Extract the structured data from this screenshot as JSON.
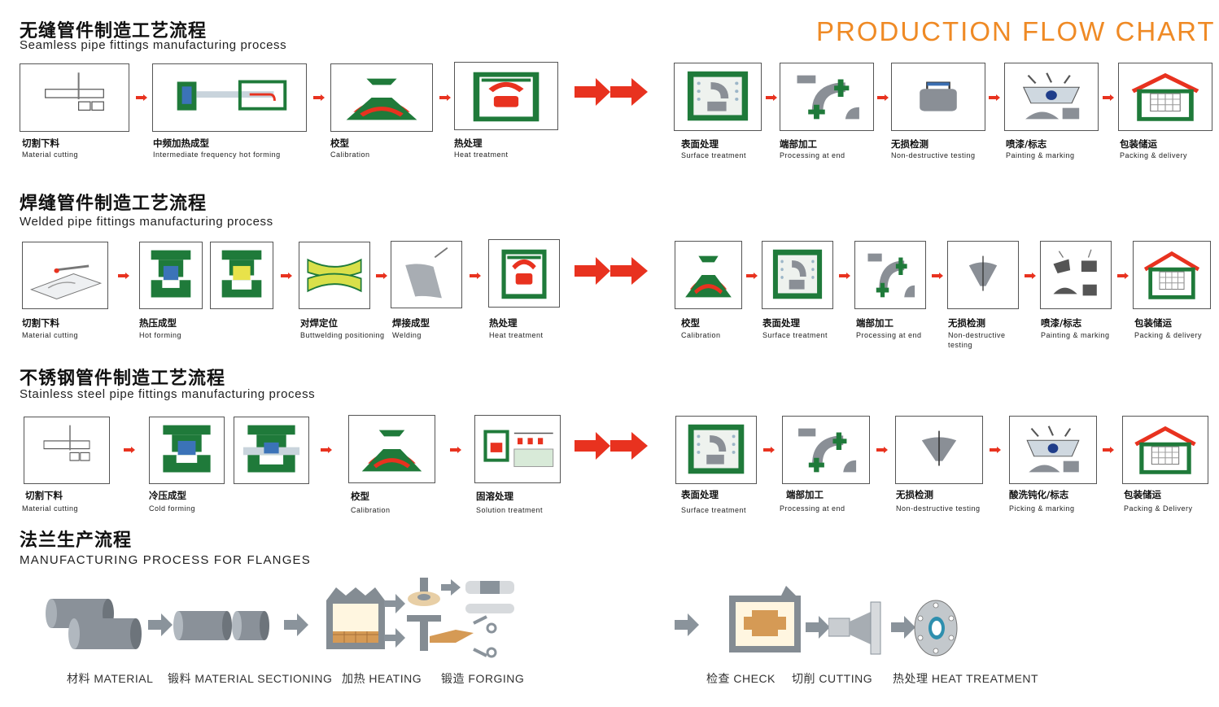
{
  "title": "PRODUCTION FLOW CHART",
  "sections": [
    {
      "cn": "无缝管件制造工艺流程",
      "en": "Seamless pipe fittings manufacturing process",
      "steps": [
        {
          "cn": "切割下料",
          "en": "Material cutting",
          "icon": "cutting-icon"
        },
        {
          "cn": "中频加热成型",
          "en": "Intermediate frequency hot forming",
          "icon": "hot-forming-icon"
        },
        {
          "cn": "校型",
          "en": "Calibration",
          "icon": "calibration-icon"
        },
        {
          "cn": "热处理",
          "en": "Heat treatment",
          "icon": "furnace-icon"
        },
        {
          "cn": "表面处理",
          "en": "Surface treatment",
          "icon": "surface-icon"
        },
        {
          "cn": "端部加工",
          "en": "Processing at end",
          "icon": "end-processing-icon"
        },
        {
          "cn": "无损检测",
          "en": "Non-destructive testing",
          "icon": "ndt-icon"
        },
        {
          "cn": "喷漆/标志",
          "en": "Painting & marking",
          "icon": "painting-icon"
        },
        {
          "cn": "包装储运",
          "en": "Packing & delivery",
          "icon": "warehouse-icon"
        }
      ]
    },
    {
      "cn": "焊缝管件制造工艺流程",
      "en": "Welded pipe fittings manufacturing process",
      "steps": [
        {
          "cn": "切割下料",
          "en": "Material cutting",
          "icon": "plate-cutting-icon"
        },
        {
          "cn": "热压成型",
          "en": "Hot forming",
          "icon": "press-icon"
        },
        {
          "cn": "对焊定位",
          "en": "Buttwelding positioning",
          "icon": "buttweld-icon"
        },
        {
          "cn": "焊接成型",
          "en": "Welding",
          "icon": "welding-icon"
        },
        {
          "cn": "热处理",
          "en": "Heat treatment",
          "icon": "furnace-icon"
        },
        {
          "cn": "校型",
          "en": "Calibration",
          "icon": "calibration-icon"
        },
        {
          "cn": "表面处理",
          "en": "Surface treatment",
          "icon": "surface-icon"
        },
        {
          "cn": "端部加工",
          "en": "Processing at end",
          "icon": "end-processing-icon"
        },
        {
          "cn": "无损检测",
          "en": "Non-destructive testing",
          "icon": "ndt-icon"
        },
        {
          "cn": "喷漆/标志",
          "en": "Painting & marking",
          "icon": "painting-icon"
        },
        {
          "cn": "包装储运",
          "en": "Packing & delivery",
          "icon": "warehouse-icon"
        }
      ]
    },
    {
      "cn": "不锈钢管件制造工艺流程",
      "en": "Stainless steel pipe fittings manufacturing process",
      "steps": [
        {
          "cn": "切割下料",
          "en": "Material cutting",
          "icon": "cutting-icon"
        },
        {
          "cn": "冷压成型",
          "en": "Cold forming",
          "icon": "press-icon"
        },
        {
          "cn": "校型",
          "en": "Calibration",
          "icon": "calibration-icon"
        },
        {
          "cn": "固溶处理",
          "en": "Solution treatment",
          "icon": "solution-icon"
        },
        {
          "cn": "表面处理",
          "en": "Surface treatment",
          "icon": "surface-icon"
        },
        {
          "cn": "端部加工",
          "en": "Processing at end",
          "icon": "end-processing-icon"
        },
        {
          "cn": "无损检测",
          "en": "Non-destructive testing",
          "icon": "ndt-icon"
        },
        {
          "cn": "酸洗钝化/标志",
          "en": "Picking & marking",
          "icon": "painting-icon"
        },
        {
          "cn": "包装储运",
          "en": "Packing & Delivery",
          "icon": "warehouse-icon"
        }
      ]
    }
  ],
  "flange": {
    "cn": "法兰生产流程",
    "en": "MANUFACTURING  PROCESS FOR  FLANGES",
    "labels": [
      "材料  MATERIAL",
      "锻料  MATERIAL SECTIONING",
      "加热  HEATING",
      "锻造  FORGING",
      "检查  CHECK",
      "切削  CUTTING",
      "热处理  HEAT TREATMENT"
    ]
  },
  "colors": {
    "accent_orange": "#ef8a25",
    "green": "#1f7a3a",
    "red": "#e8321f",
    "gray": "#8a8f96"
  }
}
